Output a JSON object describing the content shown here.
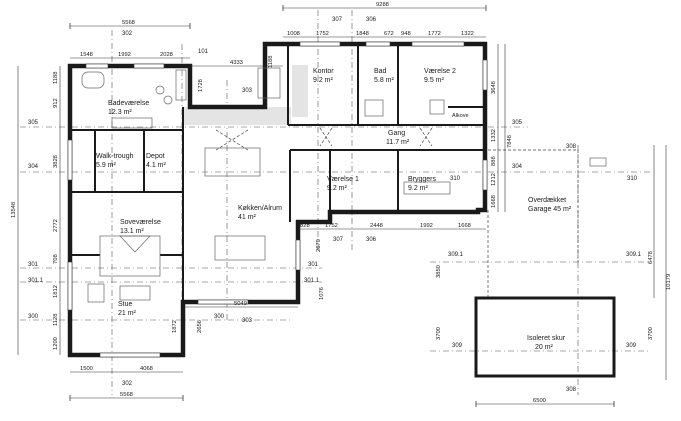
{
  "rooms": {
    "badevaerelse": {
      "name": "Badeværelse",
      "area": "12.3 m²"
    },
    "walk_trough": {
      "name": "Walk-trough",
      "area": "5.9 m²"
    },
    "depot": {
      "name": "Depot",
      "area": "4.1 m²"
    },
    "sovevaerelse": {
      "name": "Soveværelse",
      "area": "13.1 m²"
    },
    "stue": {
      "name": "Stue",
      "area": "21 m²"
    },
    "kokken": {
      "name": "Køkken/Alrum",
      "area": "41 m²"
    },
    "kontor": {
      "name": "Kontor",
      "area": "9.2 m²"
    },
    "bad": {
      "name": "Bad",
      "area": "5.8 m²"
    },
    "vaerelse2": {
      "name": "Værelse 2",
      "area": "9.5 m²"
    },
    "alkove": {
      "name": "Alkove"
    },
    "gang": {
      "name": "Gang",
      "area": "11.7 m²"
    },
    "vaerelse1": {
      "name": "Værelse 1",
      "area": "9.2 m²"
    },
    "bryggers": {
      "name": "Bryggers",
      "area": "9.2 m²"
    },
    "garage": {
      "name": "Overdækket",
      "name2": "Garage 45 m²"
    },
    "skur": {
      "name": "Isoleret skur",
      "area": "20 m²"
    }
  },
  "dims": {
    "top_total": "9288",
    "top_segments": [
      "1008",
      "1752",
      "1848",
      "672",
      "948",
      "1772",
      "1322"
    ],
    "left_top_total": "5568",
    "left_top_segments": [
      "1548",
      "1992",
      "2028"
    ],
    "mid_4333": "4333",
    "bottom_total": "5568",
    "bottom_segments": [
      "1500",
      "4068"
    ],
    "mid_row": [
      "828",
      "1752",
      "2448",
      "1992",
      "1668"
    ],
    "kitchen_bottom": "5049",
    "left_vertical_total": "13548",
    "left_vertical": [
      "1188",
      "912",
      "3828",
      "2772",
      "708",
      "1812",
      "1128",
      "1200"
    ],
    "right_vertical": [
      "3648",
      "1332",
      "888",
      "1212",
      "1668"
    ],
    "right_vertical_total": "7848",
    "v_1728": "1728",
    "v_1188b": "1188",
    "v_2670": "2670",
    "v_1076": "1076",
    "v_2656": "2656",
    "v_1872": "1872",
    "garage_total": "10179",
    "garage_upper": "6478",
    "garage_seg1": "3850",
    "garage_seg2": "3700",
    "garage_seg3": "3700",
    "skur_width": "6500"
  },
  "axes": {
    "a300": "300",
    "a301": "301",
    "a301_1": "301.1",
    "a302": "302",
    "a303": "303",
    "a304": "304",
    "a305": "305",
    "a306": "306",
    "a307": "307",
    "a308": "308",
    "a309": "309",
    "a309_1": "309.1",
    "a310": "310",
    "a101": "101"
  }
}
